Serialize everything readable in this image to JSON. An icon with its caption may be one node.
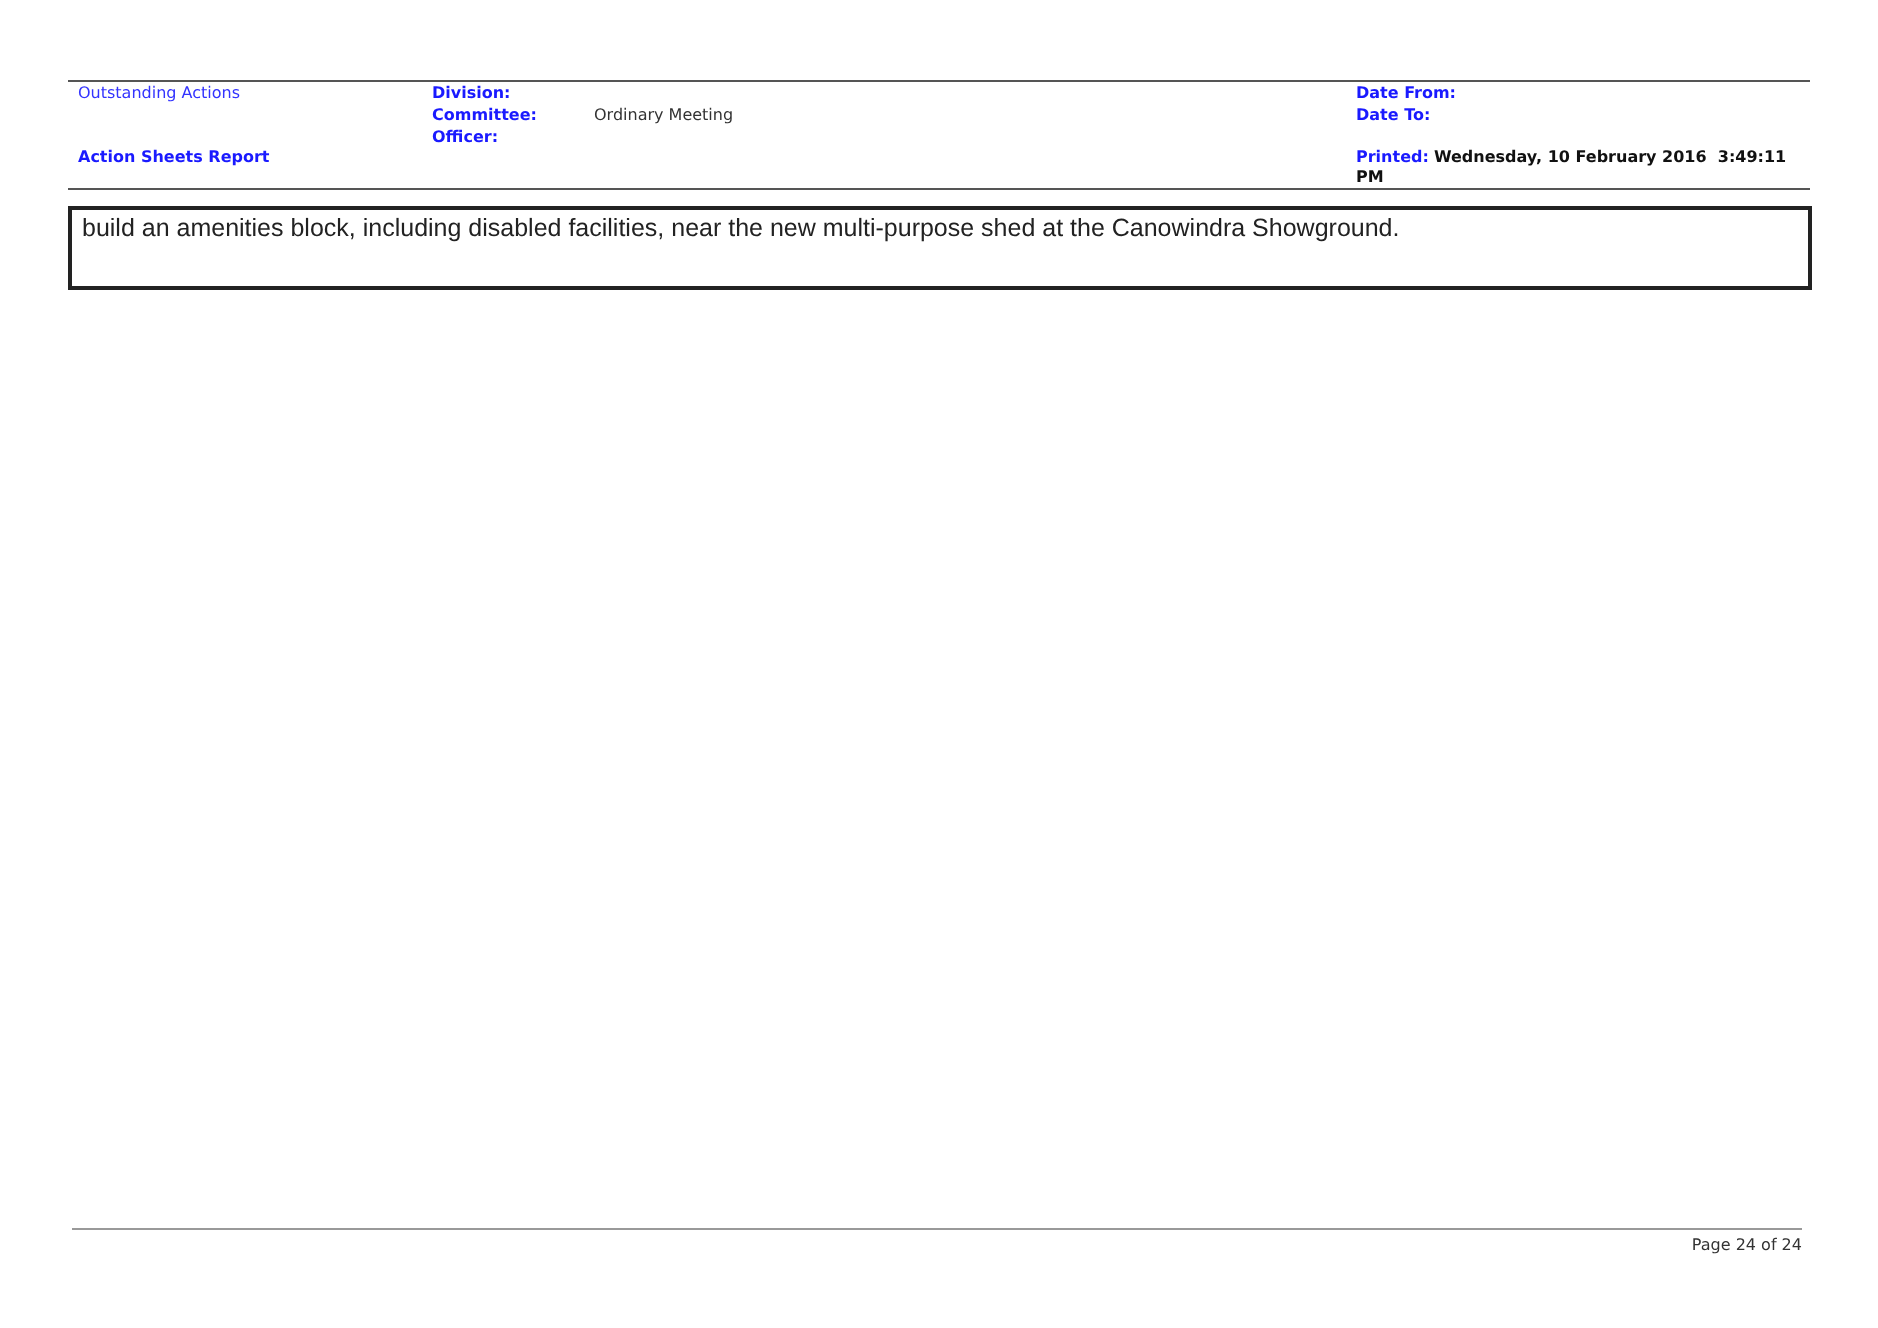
{
  "diagram": {
    "nodes": [
      {
        "text": [
          "Outstanding Actions",
          "Action Sheets Report",
          "Division:",
          "Committee:",
          "Ordinary Meeting",
          "Officer:",
          "Date From:",
          "Date To:",
          "Printed:",
          "Wednesday, 10 February 2016  3:49:11 PM"
        ]
      },
      {
        "text": [
          "build an amenities block, including disabled facilities, near the new multi-purpose shed at the Canowindra Showground."
        ]
      }
    ],
    "labels": [
      "Page 24 of 24"
    ]
  }
}
